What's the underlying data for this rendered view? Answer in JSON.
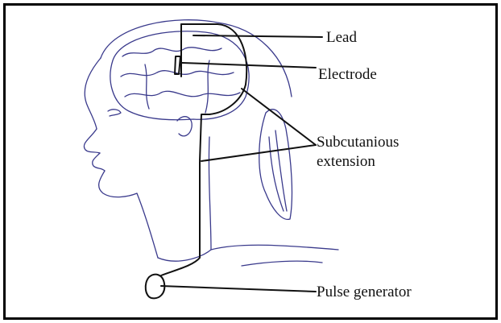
{
  "labels": {
    "lead": "Lead",
    "electrode": "Electrode",
    "subcutaneous_line1": "Subcutanious",
    "subcutaneous_line2": "extension",
    "pulse_generator": "Pulse generator"
  },
  "colors": {
    "sketch": "#3a3a8c",
    "device": "#111111",
    "frame": "#000000"
  }
}
